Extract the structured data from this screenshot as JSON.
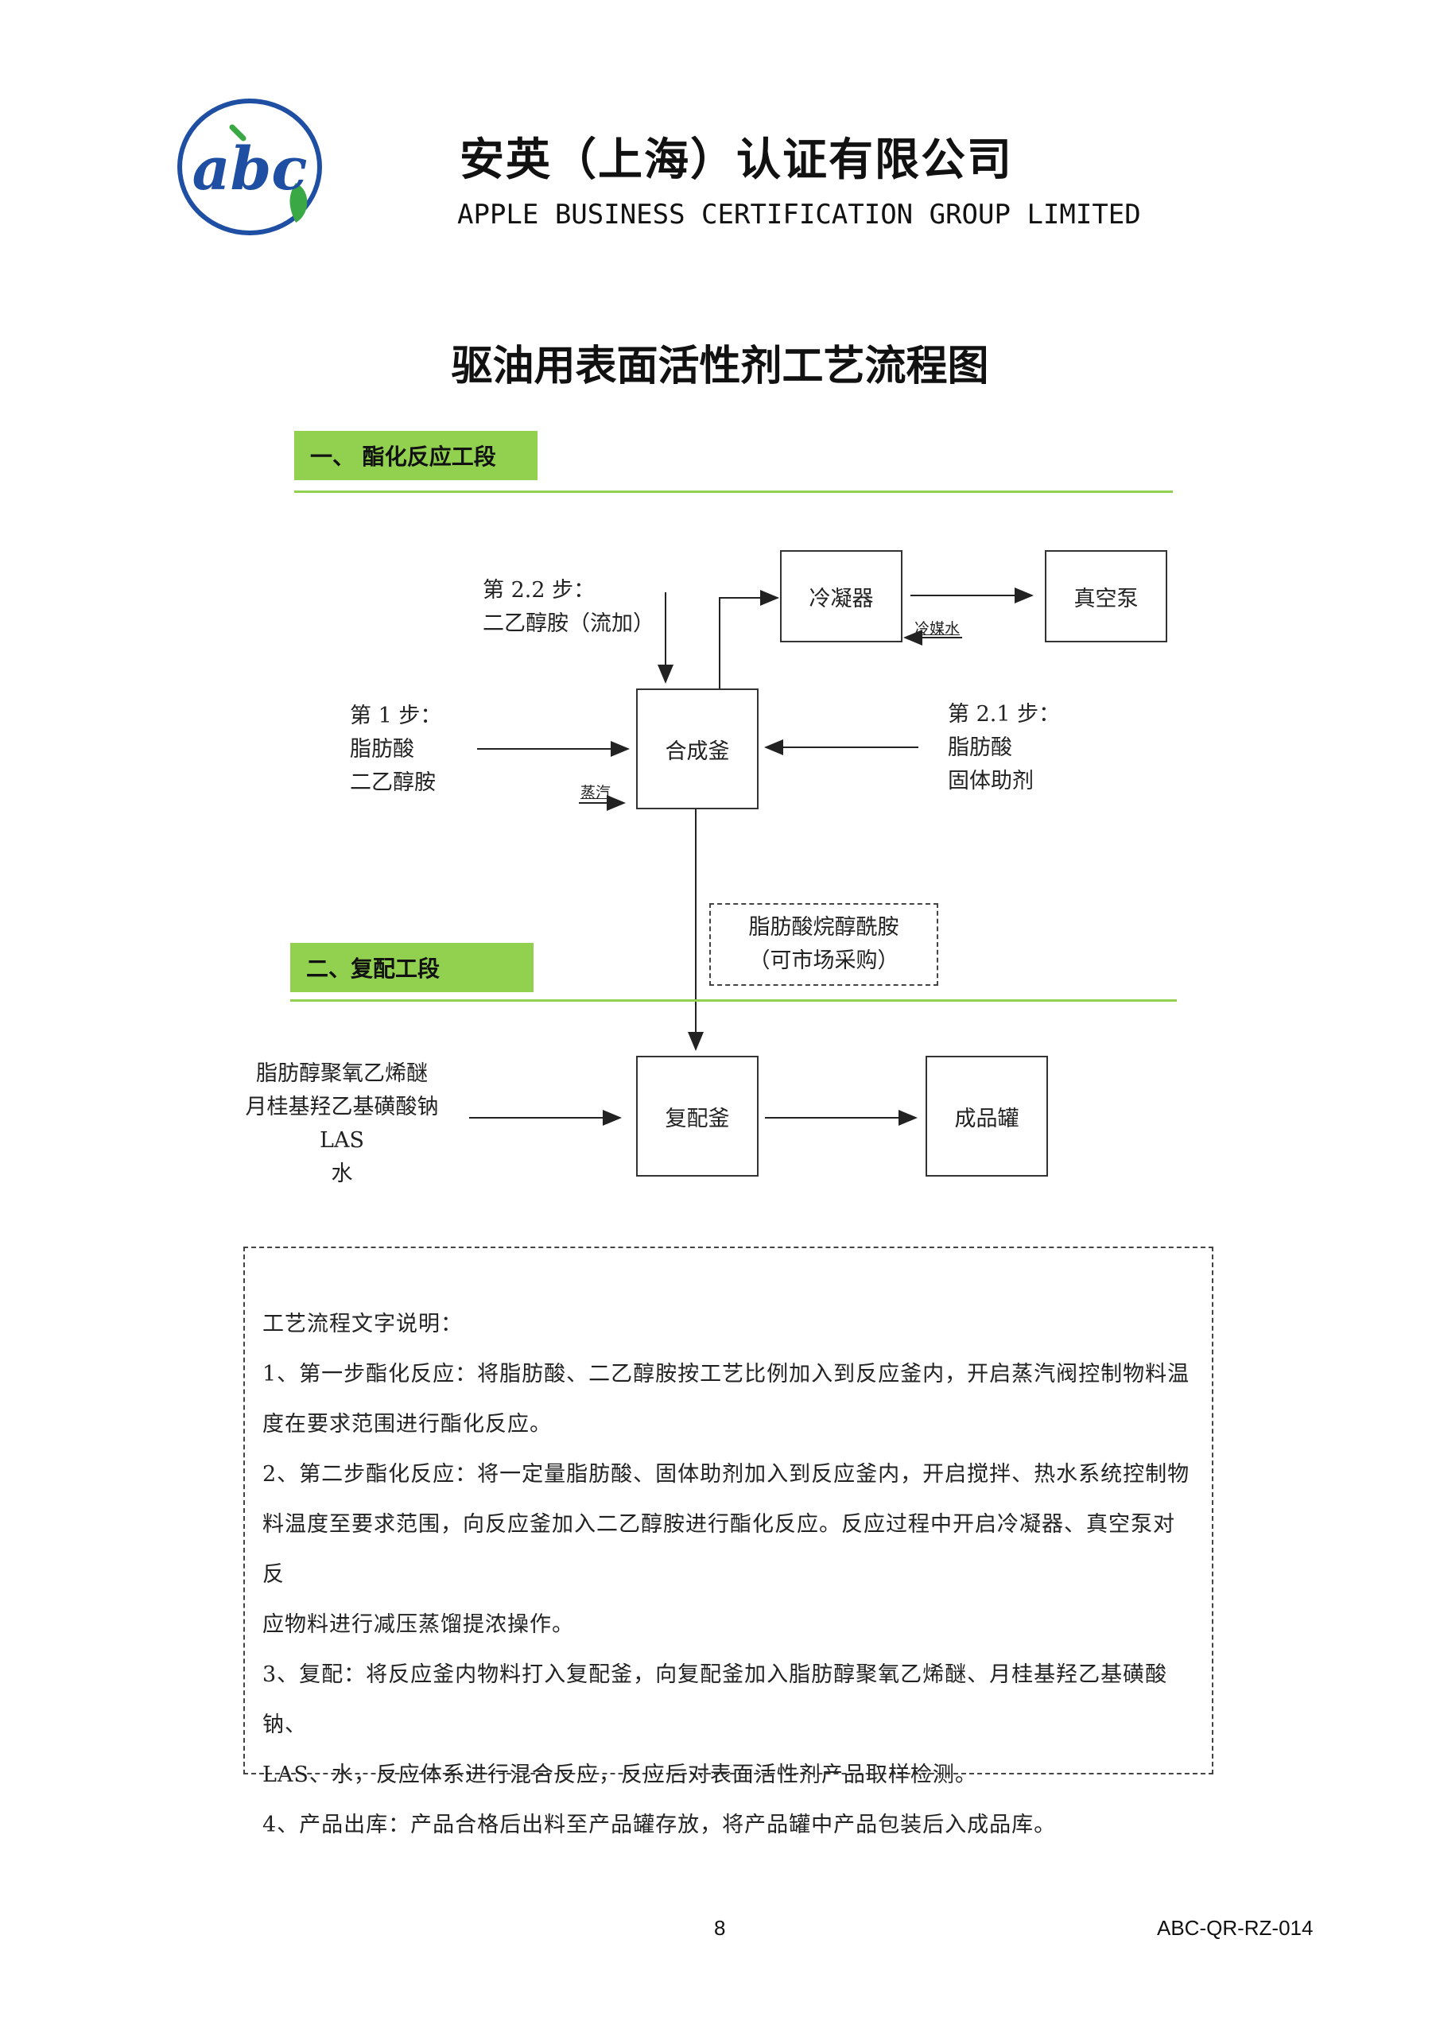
{
  "header": {
    "logo_text": "abc",
    "company_cn": "安英（上海）认证有限公司",
    "company_en": "APPLE BUSINESS CERTIFICATION GROUP LIMITED"
  },
  "title": "驱油用表面活性剂工艺流程图",
  "sections": {
    "s1": "一、 酯化反应工段",
    "s2": "二、复配工段"
  },
  "flow": {
    "step22": [
      "第 2.2 步：",
      "二乙醇胺（流加）"
    ],
    "step1": [
      "第 1 步：",
      "脂肪酸",
      "二乙醇胺"
    ],
    "step21": [
      "第 2.1 步：",
      "脂肪酸",
      "固体助剂"
    ],
    "condenser": "冷凝器",
    "vacuum_pump": "真空泵",
    "coolant": "冷媒水",
    "reactor": "合成釜",
    "steam": "蒸汽",
    "purchased": [
      "脂肪酸烷醇酰胺",
      "（可市场采购）"
    ],
    "blend_inputs": [
      "脂肪醇聚氧乙烯醚",
      "月桂基羟乙基磺酸钠",
      "LAS",
      "水"
    ],
    "blender": "复配釜",
    "product_tank": "成品罐"
  },
  "description": {
    "heading": "工艺流程文字说明：",
    "lines": [
      "1、第一步酯化反应：将脂肪酸、二乙醇胺按工艺比例加入到反应釜内，开启蒸汽阀控制物料温",
      "度在要求范围进行酯化反应。",
      "2、第二步酯化反应：将一定量脂肪酸、固体助剂加入到反应釜内，开启搅拌、热水系统控制物",
      "料温度至要求范围，向反应釜加入二乙醇胺进行酯化反应。反应过程中开启冷凝器、真空泵对反",
      "应物料进行减压蒸馏提浓操作。",
      "3、复配：将反应釜内物料打入复配釜，向复配釜加入脂肪醇聚氧乙烯醚、月桂基羟乙基磺酸钠、",
      "LAS、水，反应体系进行混合反应，反应后对表面活性剂产品取样检测。",
      "4、产品出库：产品合格后出料至产品罐存放，将产品罐中产品包装后入成品库。"
    ]
  },
  "footer": {
    "page_number": "8",
    "doc_code": "ABC-QR-RZ-014"
  },
  "colors": {
    "banner_green": "#92d050",
    "logo_blue": "#1f4fa3",
    "logo_green": "#3aa845"
  }
}
